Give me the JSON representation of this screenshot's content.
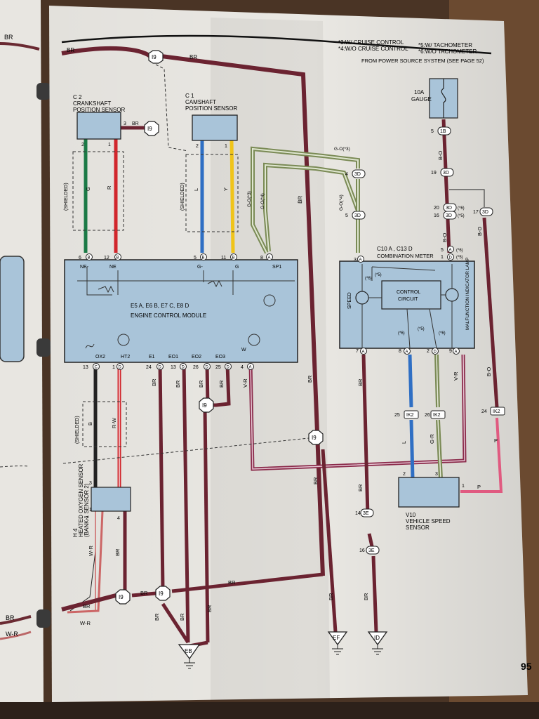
{
  "header": {
    "notes_left": [
      "*3:W/ CRUISE CONTROL",
      "*4:W/O CRUISE CONTROL"
    ],
    "notes_right": [
      "*5:W/ TACHOMETER",
      "*6:W/O TACHOMETER"
    ],
    "power_source": "FROM POWER SOURCE SYSTEM (SEE PAGE 52)",
    "top_wire": "BR"
  },
  "fuse": {
    "amp": "10A",
    "name": "GAUGE"
  },
  "sensors": {
    "crank": {
      "code": "C 2",
      "title_line1": "CRANKSHAFT",
      "title_line2": "POSITION SENSOR"
    },
    "cam": {
      "code": "C 1",
      "title_line1": "CAMSHAFT",
      "title_line2": "POSITION SENSOR"
    },
    "o2": {
      "code": "H 4",
      "title_line1": "HEATED OXYGEN SENSOR",
      "title_line2": "(BANK 1 SENSOR 2)"
    },
    "vss": {
      "code": "V10",
      "title_line1": "VEHICLE SPEED",
      "title_line2": "SENSOR"
    }
  },
  "ecm": {
    "name": "ENGINE CONTROL MODULE",
    "connectors": [
      {
        "code": "E5",
        "letter": "A"
      },
      {
        "code": "E6",
        "letter": "B"
      },
      {
        "code": "E7",
        "letter": "C"
      },
      {
        "code": "E8",
        "letter": "D"
      }
    ],
    "top_pins": [
      {
        "pin": "6",
        "conn": "B",
        "label": "NE-"
      },
      {
        "pin": "12",
        "conn": "B",
        "label": "NE"
      },
      {
        "pin": "5",
        "conn": "B",
        "label": "G-"
      },
      {
        "pin": "11",
        "conn": "B",
        "label": "G"
      },
      {
        "pin": "8",
        "conn": "A",
        "label": "SP1"
      }
    ],
    "bottom_pins": [
      {
        "pin": "13",
        "conn": "C",
        "label": "OX2"
      },
      {
        "pin": "1",
        "conn": "D",
        "label": "HT2"
      },
      {
        "pin": "24",
        "conn": "D",
        "label": "E1"
      },
      {
        "pin": "13",
        "conn": "D",
        "label": "EO1"
      },
      {
        "pin": "26",
        "conn": "D",
        "label": "EO2"
      },
      {
        "pin": "25",
        "conn": "D",
        "label": "EO3"
      },
      {
        "pin": "4",
        "conn": "A",
        "label": "W"
      }
    ]
  },
  "meter": {
    "code_line": "C10 A , C13 D",
    "name": "COMBINATION METER",
    "control_circuit": [
      "CONTROL",
      "CIRCUIT"
    ],
    "speed": "SPEED",
    "malfunction": "MALFUNCTION INDICATOR LAMP",
    "star5": "(*5)",
    "star6": "(*6)"
  },
  "wires": {
    "br": "BR",
    "g": "G",
    "r": "R",
    "l": "L",
    "y": "Y",
    "go3": "G-O(*3)",
    "go4": "G-O(*4)",
    "bo": "B-O",
    "vr": "V-R",
    "rw": "R-W",
    "b": "B",
    "wr": "W-R",
    "gr": "G-R",
    "p": "P",
    "shielded": "(SHIELDED)"
  },
  "splices": {
    "i9": "I9"
  },
  "junctions": {
    "j3d": "3D",
    "j1b": "1B",
    "j3e": "3E",
    "jik2": "IK2"
  },
  "grounds": {
    "eb": "EB",
    "ef": "EF",
    "id": "ID"
  },
  "page_number": "95",
  "left_page_labels": [
    "BR",
    "BR",
    "W-R"
  ]
}
